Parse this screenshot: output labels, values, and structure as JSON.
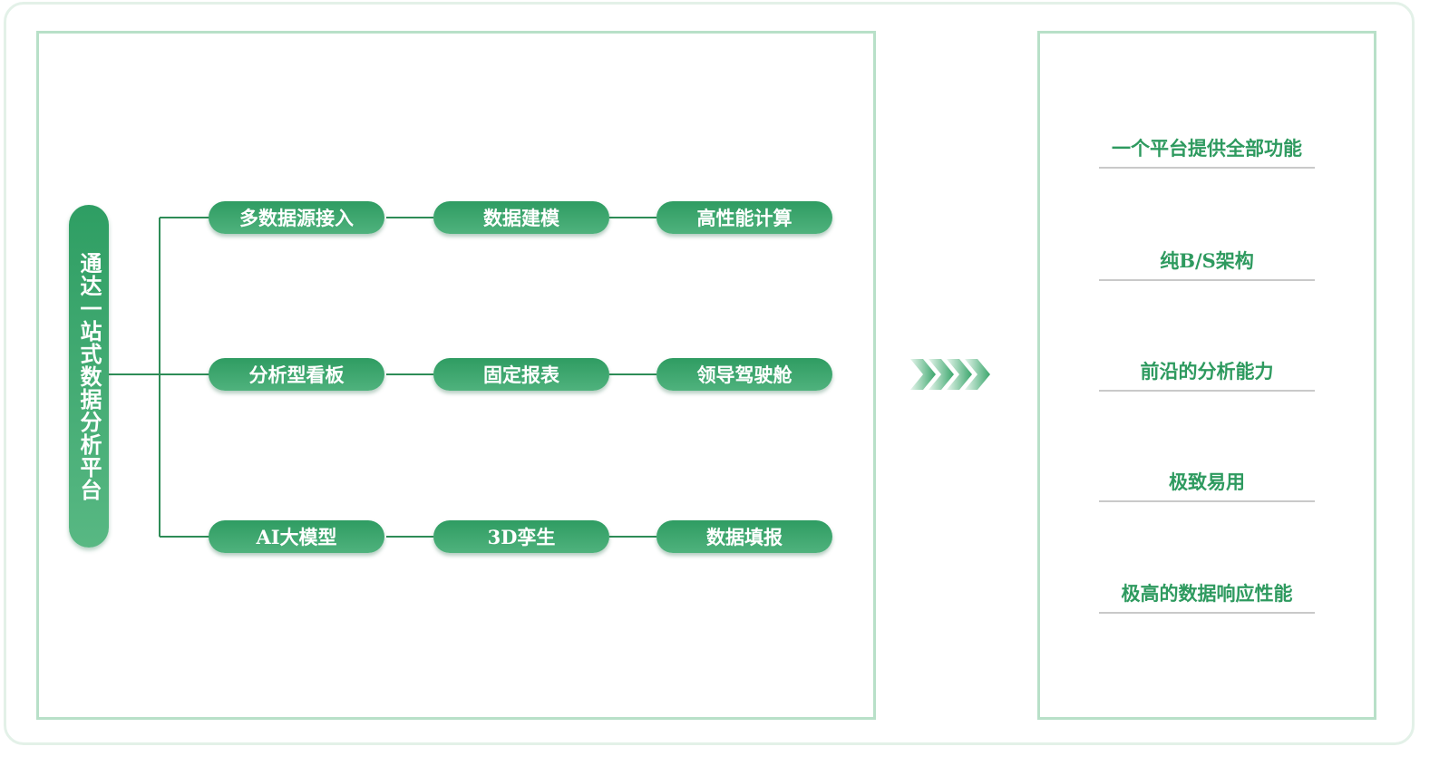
{
  "platform": {
    "title": "通达一站式数据分析平台"
  },
  "modules": {
    "row1": [
      "多数据源接入",
      "数据建模",
      "高性能计算"
    ],
    "row2": [
      "分析型看板",
      "固定报表",
      "领导驾驶舱"
    ],
    "row3": [
      "AI大模型",
      "3D孪生",
      "数据填报"
    ]
  },
  "features": [
    "一个平台提供全部功能",
    "纯B/S架构",
    "前沿的分析能力",
    "极致易用",
    "极高的数据响应性能"
  ],
  "colors": {
    "node_green": "#3aa66c",
    "feature_text": "#2e9a5f",
    "panel_border": "#b8e0c8",
    "connector": "#2e8c57"
  },
  "icons": {
    "flow_arrow": "chevron-right-icon"
  }
}
